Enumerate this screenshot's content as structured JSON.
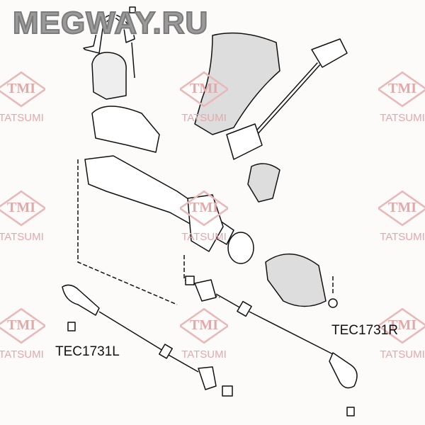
{
  "watermark": {
    "site": "MEGWAY.RU",
    "logo_text": "TMI",
    "brand": "TATSUMI",
    "logo_color": "#e4a8a8"
  },
  "labels": {
    "left_tie_rod": "TEC1731L",
    "right_tie_rod": "TEC1731R"
  }
}
